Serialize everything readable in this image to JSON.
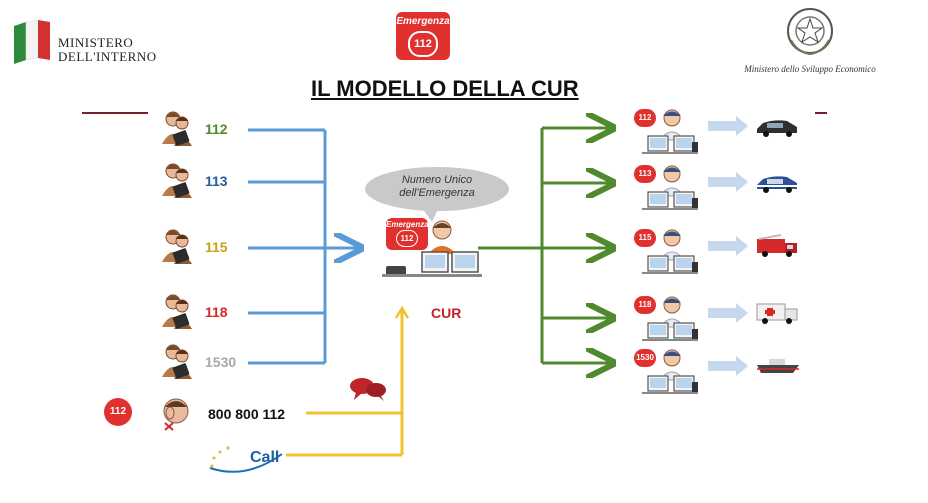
{
  "header": {
    "ministry_left_line1": "MINISTERO",
    "ministry_left_line2": "DELL'INTERNO",
    "emergency_badge_label": "Emergenza",
    "emergency_badge_number": "112",
    "ministry_right": "Ministero dello Sviluppo Economico",
    "title": "IL MODELLO DELLA CUR"
  },
  "callers": [
    {
      "number": "112",
      "color": "#4c8a2a"
    },
    {
      "number": "113",
      "color": "#2a5aa0"
    },
    {
      "number": "115",
      "color": "#c9a21a"
    },
    {
      "number": "118",
      "color": "#d42a2a"
    },
    {
      "number": "1530",
      "color": "#a8a8a8"
    }
  ],
  "toll_free": {
    "badge_number": "112",
    "number": "800 800 112"
  },
  "call_logo": "Call",
  "center": {
    "bubble_line1": "Numero Unico",
    "bubble_line2": "dell'Emergenza",
    "badge_label": "Emergenza",
    "badge_number": "112",
    "label": "CUR"
  },
  "services": [
    {
      "badge": "112",
      "vehicle": "car-icon"
    },
    {
      "badge": "113",
      "vehicle": "police-car-icon"
    },
    {
      "badge": "115",
      "vehicle": "fire-truck-icon"
    },
    {
      "badge": "118",
      "vehicle": "ambulance-icon"
    },
    {
      "badge": "1530",
      "vehicle": "boat-icon"
    }
  ],
  "colors": {
    "blue_line": "#5b9bd5",
    "yellow_line": "#f2c12e",
    "green_line": "#4f8a2e",
    "dark_red": "#7a1f2b"
  }
}
